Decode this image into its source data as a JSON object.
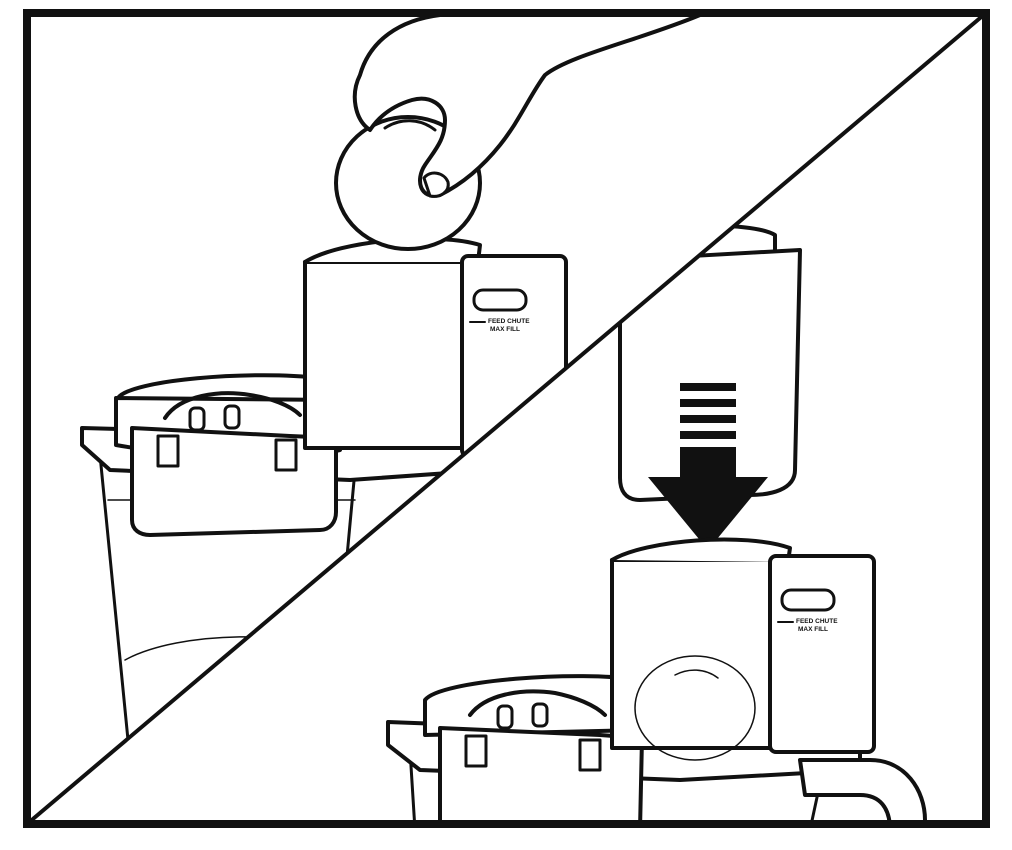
{
  "panels": {
    "top_left": {
      "step": "insert-food-into-feed-chute",
      "chute_label_line1": "FEED CHUTE",
      "chute_label_line2": "MAX FILL"
    },
    "bottom_right": {
      "step": "press-pusher-down",
      "chute_label_line1": "FEED CHUTE",
      "chute_label_line2": "MAX FILL"
    }
  },
  "colors": {
    "ink": "#111111",
    "paper": "#ffffff",
    "food_fill": "#ffffff"
  }
}
